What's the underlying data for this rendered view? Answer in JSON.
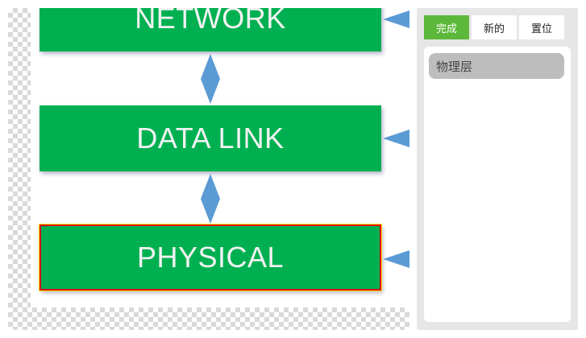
{
  "diagram": {
    "layers": [
      {
        "label": "NETWORK"
      },
      {
        "label": "DATA LINK"
      },
      {
        "label": "PHYSICAL"
      }
    ],
    "colors": {
      "box_fill": "#00b050",
      "box_text": "#f2f2f2",
      "connector": "#5b9bd5",
      "selected_border": "#d9001b"
    }
  },
  "panel": {
    "toolbar": {
      "done_label": "完成",
      "new_label": "新的",
      "reset_label": "置位"
    },
    "items": [
      {
        "label": "物理层"
      }
    ]
  }
}
